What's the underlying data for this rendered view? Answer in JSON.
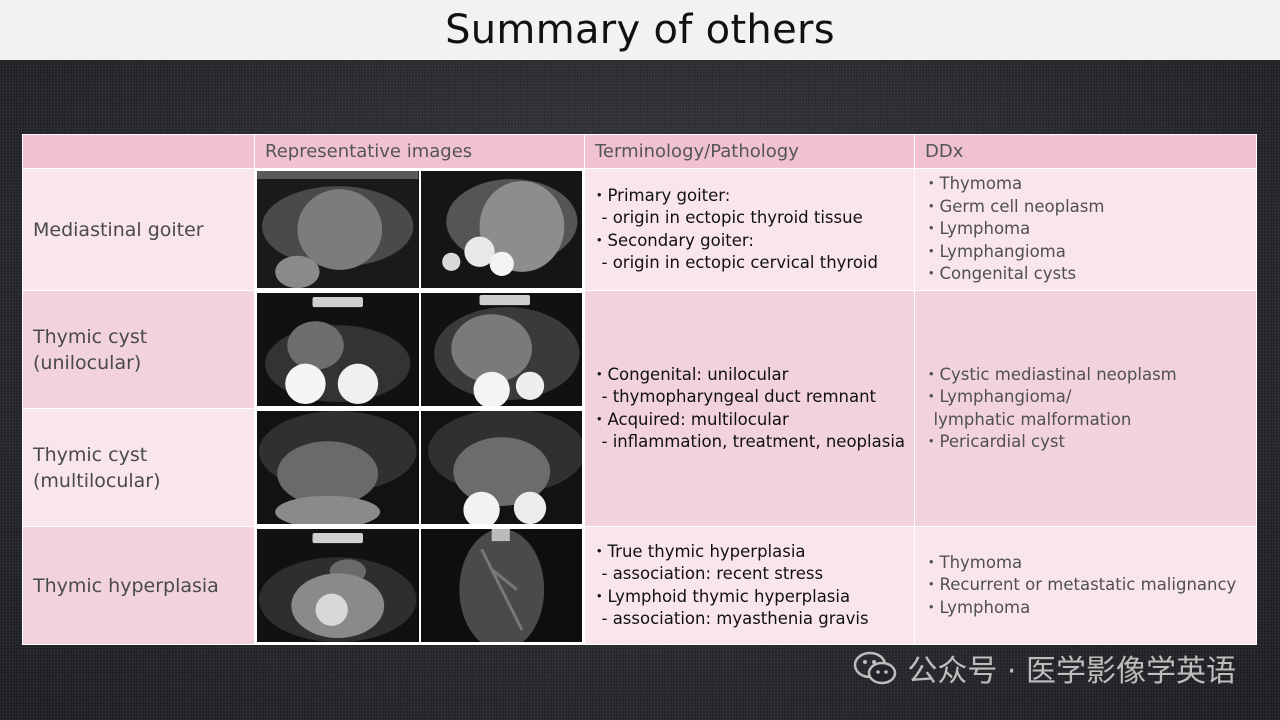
{
  "title": "Summary of others",
  "headers": [
    "",
    "Representative images",
    "Terminology/Pathology",
    "DDx"
  ],
  "rows": [
    {
      "name": "Mediastinal goiter",
      "pathology": [
        "・Primary goiter:",
        "  - origin in ectopic thyroid tissue",
        "・Secondary goiter:",
        "  - origin in ectopic cervical thyroid"
      ],
      "ddx": [
        "・Thymoma",
        "・Germ cell neoplasm",
        "・Lymphoma",
        "・Lymphangioma",
        "・Congenital cysts"
      ]
    },
    {
      "name": "Thymic cyst\n(unilocular)",
      "pathology": [
        "・Congenital: unilocular",
        "  - thymopharyngeal duct remnant",
        "・Acquired: multilocular",
        "  - inflammation, treatment, neoplasia"
      ],
      "ddx": [
        "・Cystic mediastinal neoplasm",
        "・Lymphangioma/",
        "  lymphatic malformation",
        "・Pericardial cyst"
      ]
    },
    {
      "name": "Thymic cyst\n(multilocular)"
    },
    {
      "name": "Thymic hyperplasia",
      "pathology": [
        "・True thymic hyperplasia",
        "  - association: recent stress",
        "・Lymphoid thymic hyperplasia",
        "  - association: myasthenia gravis"
      ],
      "ddx": [
        "・Thymoma",
        "・Recurrent or metastatic malignancy",
        "・Lymphoma"
      ]
    }
  ],
  "watermark": "公众号 · 医学影像学英语"
}
